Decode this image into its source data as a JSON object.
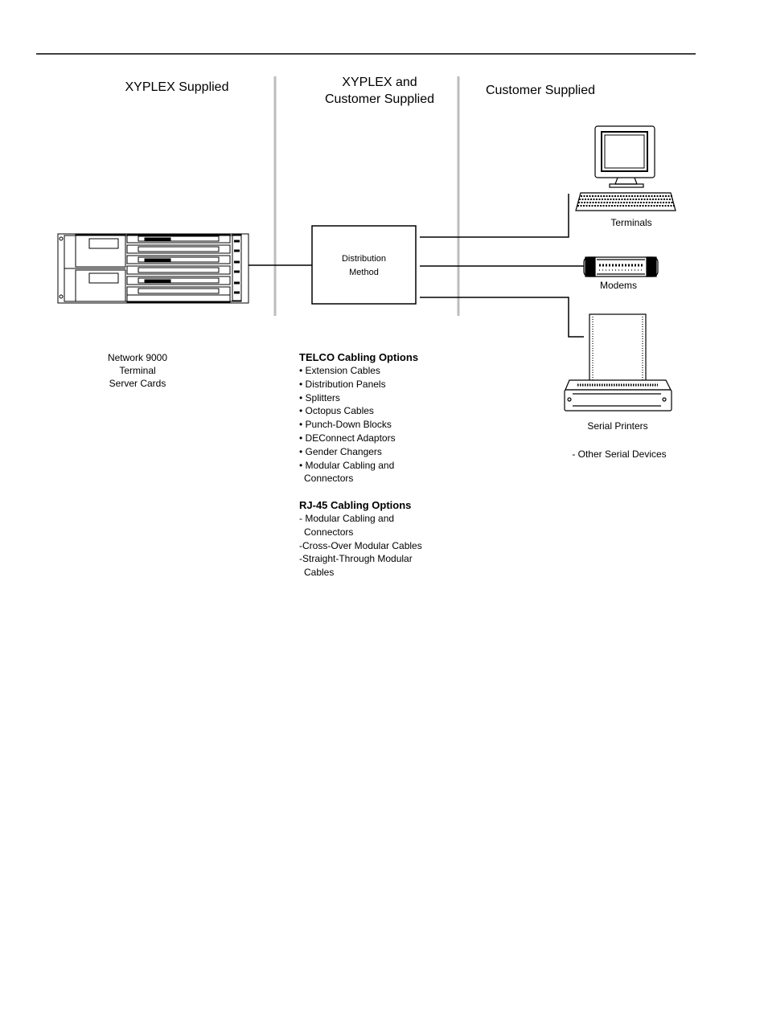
{
  "headers": {
    "xyplex_supplied": "XYPLEX  Supplied",
    "shared_line1": "XYPLEX and",
    "shared_line2": "Customer Supplied",
    "customer_supplied": "Customer Supplied"
  },
  "distribution_box": {
    "line1": "Distribution",
    "line2": "Method"
  },
  "server": {
    "line1": "Network 9000",
    "line2": "Terminal",
    "line3": "Server Cards"
  },
  "devices": {
    "terminals": "Terminals",
    "modems": "Modems",
    "printers": "Serial Printers",
    "other": "- Other Serial Devices"
  },
  "telco": {
    "title": "TELCO Cabling Options",
    "items": [
      "• Extension Cables",
      "• Distribution Panels",
      "• Splitters",
      "• Octopus Cables",
      "• Punch-Down Blocks",
      "• DEConnect Adaptors",
      "• Gender Changers",
      "• Modular Cabling and",
      "Connectors"
    ]
  },
  "rj45": {
    "title": "RJ-45 Cabling Options",
    "items": [
      "- Modular Cabling and",
      "Connectors",
      "-Cross-Over Modular Cables",
      "-Straight-Through Modular",
      "Cables"
    ]
  }
}
